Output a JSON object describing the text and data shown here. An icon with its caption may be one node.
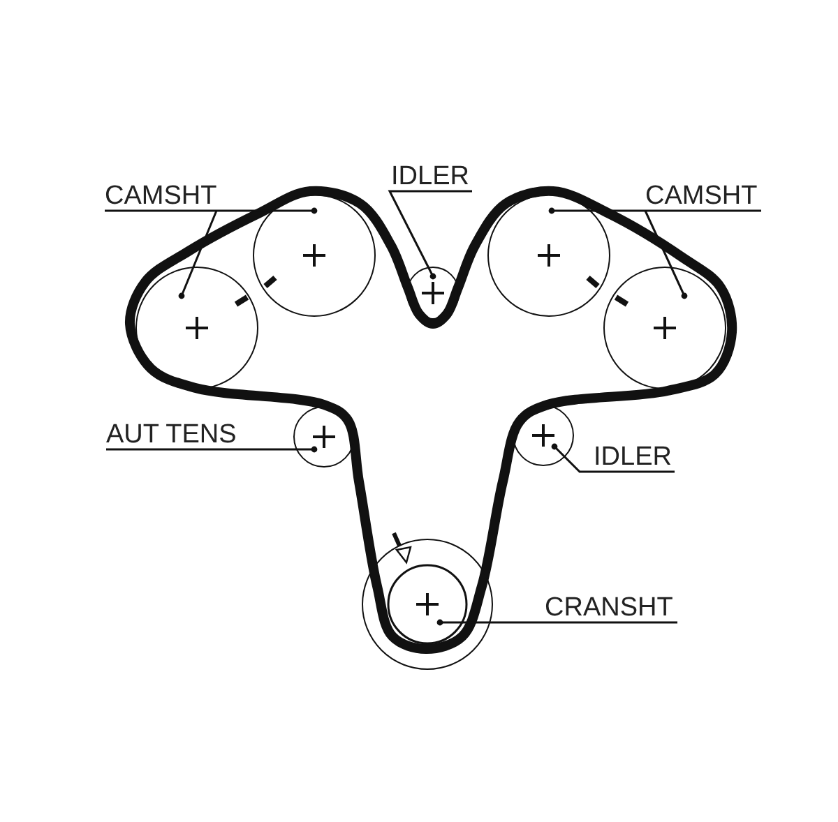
{
  "diagram": {
    "nodes": [
      {
        "text": [
          "CAMSHT"
        ]
      },
      {
        "text": [
          "IDLER"
        ]
      },
      {
        "text": [
          "CAMSHT"
        ]
      },
      {
        "text": [
          "AUT TENS"
        ]
      },
      {
        "text": [
          "IDLER"
        ]
      },
      {
        "text": [
          "CRANSHT"
        ]
      },
      {
        "text": [],
        "shape": "circle"
      },
      {
        "text": [],
        "shape": "circle"
      },
      {
        "text": [],
        "shape": "circle"
      },
      {
        "text": [],
        "shape": "circle"
      },
      {
        "text": [],
        "shape": "circle"
      },
      {
        "text": [],
        "shape": "circle"
      },
      {
        "text": [],
        "shape": "circle"
      },
      {
        "text": [],
        "shape": "circle"
      }
    ],
    "edges": [
      {
        "from": 0,
        "to": 6,
        "arrow": "other"
      },
      {
        "from": 0,
        "to": 7,
        "arrow": "other"
      },
      {
        "from": 1,
        "to": 8,
        "arrow": "other"
      },
      {
        "from": 2,
        "to": 9,
        "arrow": "other"
      },
      {
        "from": 2,
        "to": 10,
        "arrow": "other"
      },
      {
        "from": 3,
        "to": 11,
        "arrow": "other"
      },
      {
        "from": 4,
        "to": 12,
        "arrow": "other"
      },
      {
        "from": 5,
        "to": 13,
        "arrow": "other"
      }
    ]
  }
}
